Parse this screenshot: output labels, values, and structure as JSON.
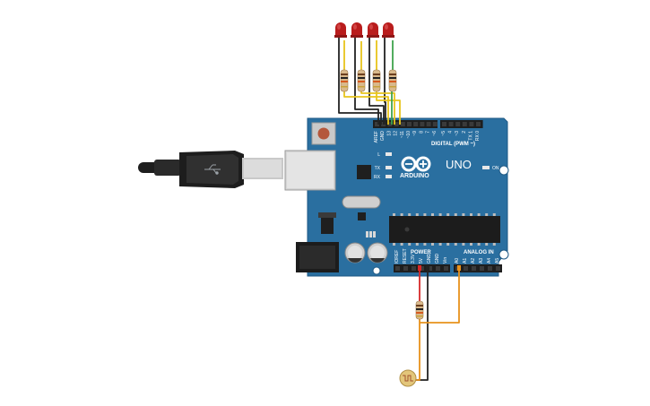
{
  "board": {
    "brand": "ARDUINO",
    "model": "UNO",
    "digital_header": "DIGITAL (PWM ~)",
    "analog_header": "ANALOG IN",
    "power_header": "POWER",
    "on_label": "ON",
    "led_labels": [
      "L",
      "TX",
      "RX"
    ],
    "digital_pins": [
      "AREF",
      "GND",
      "13",
      "12",
      "~11",
      "~10",
      "~9",
      "8",
      "7",
      "~6",
      "~5",
      "4",
      "~3",
      "2",
      "TX 1",
      "RX 0"
    ],
    "power_pins": [
      "IOREF",
      "RESET",
      "3.3V",
      "5V",
      "GND",
      "GND",
      "Vin"
    ],
    "analog_pins": [
      "A0",
      "A1",
      "A2",
      "A3",
      "A4",
      "A5"
    ]
  },
  "components": {
    "leds": [
      {
        "name": "led-1",
        "color": "#b91c1c"
      },
      {
        "name": "led-2",
        "color": "#b91c1c"
      },
      {
        "name": "led-3",
        "color": "#b91c1c"
      },
      {
        "name": "led-4",
        "color": "#b91c1c"
      }
    ],
    "resistors": 5,
    "photoresistor": 1,
    "usb_cable": 1
  },
  "colors": {
    "board": "#2a6fa0",
    "board_dark": "#1f5a86",
    "wire_yellow": "#e8c51c",
    "wire_green": "#3fa34d",
    "wire_black": "#222222",
    "wire_red": "#d62828",
    "wire_orange": "#e8921c"
  }
}
